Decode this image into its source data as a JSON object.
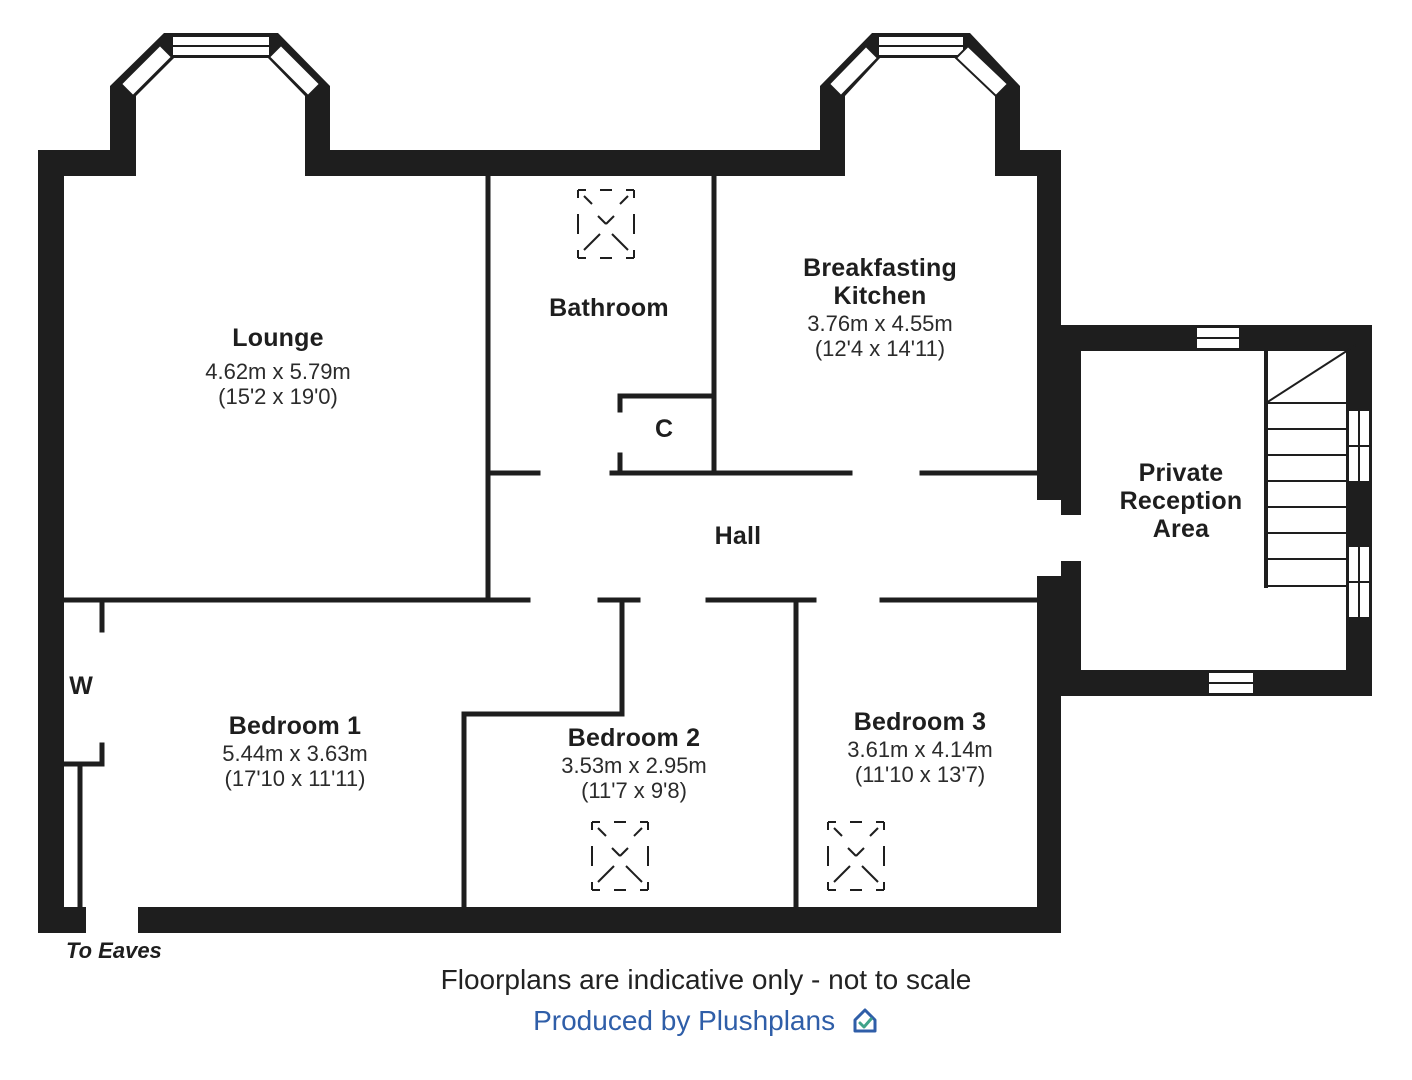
{
  "rooms": {
    "lounge": {
      "name": "Lounge",
      "metric": "4.62m x 5.79m",
      "imperial": "(15'2 x 19'0)"
    },
    "bathroom": {
      "name": "Bathroom"
    },
    "kitchen": {
      "name_line1": "Breakfasting",
      "name_line2": "Kitchen",
      "metric": "3.76m x 4.55m",
      "imperial": "(12'4 x 14'11)"
    },
    "cupboard": {
      "name": "C"
    },
    "hall": {
      "name": "Hall"
    },
    "reception": {
      "name_line1": "Private",
      "name_line2": "Reception",
      "name_line3": "Area"
    },
    "wardrobe": {
      "name": "W"
    },
    "bedroom1": {
      "name": "Bedroom 1",
      "metric": "5.44m x 3.63m",
      "imperial": "(17'10 x 11'11)"
    },
    "bedroom2": {
      "name": "Bedroom 2",
      "metric": "3.53m x 2.95m",
      "imperial": "(11'7 x 9'8)"
    },
    "bedroom3": {
      "name": "Bedroom 3",
      "metric": "3.61m x 4.14m",
      "imperial": "(11'10 x 13'7)"
    }
  },
  "annotations": {
    "eaves": "To Eaves"
  },
  "footer": {
    "disclaimer": "Floorplans are indicative only - not to scale",
    "credit": "Produced by Plushplans"
  },
  "colors": {
    "wall": "#1e1e1e",
    "credit": "#2f5ea8",
    "icon_accent": "#3fa38a"
  },
  "icons": [
    "skylight-icon",
    "window-icon",
    "staircase-icon",
    "plushplans-logo-icon"
  ]
}
